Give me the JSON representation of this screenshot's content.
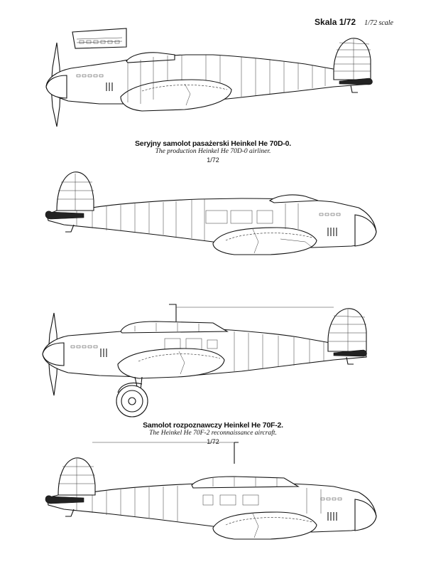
{
  "header": {
    "scale_pl": "Skala 1/72",
    "scale_en": "1/72 scale"
  },
  "captions": [
    {
      "title_pl": "Seryjny samolot pasażerski Heinkel He 70D-0.",
      "title_en": "The production Heinkel He 70D-0 airliner.",
      "scale": "1/72"
    },
    {
      "title_pl": "Samolot rozpoznawczy Heinkel He 70F-2.",
      "title_en": "The Heinkel He 70F-2 reconnaissance aircraft.",
      "scale": "1/72"
    }
  ]
}
